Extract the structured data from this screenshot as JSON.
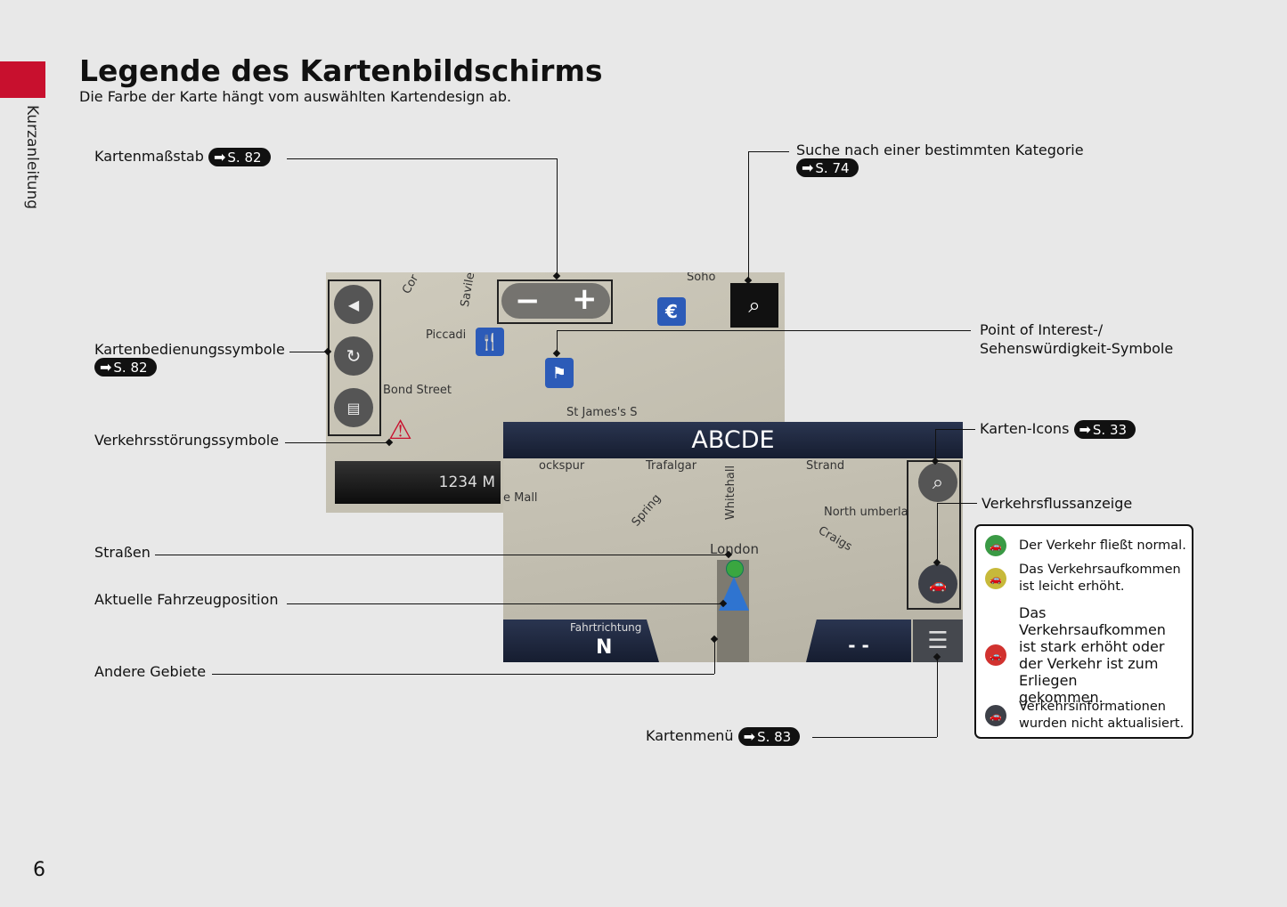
{
  "sidebar": {
    "section": "Kurzanleitung"
  },
  "header": {
    "title": "Legende des Kartenbildschirms",
    "subtitle": "Die Farbe der Karte hängt vom auswählten Kartendesign ab."
  },
  "callouts": {
    "scale": {
      "label": "Kartenmaßstab",
      "ref": "S. 82"
    },
    "search": {
      "label": "Suche nach einer bestimmten Kategorie",
      "ref": "S. 74"
    },
    "controls": {
      "label": "Kartenbedienungssymbole",
      "ref": "S. 82"
    },
    "poi": {
      "label1": "Point of Interest-/",
      "label2": "Sehenswürdigkeit-Symbole"
    },
    "incidents": {
      "label": "Verkehrsstörungssymbole"
    },
    "map_icons": {
      "label": "Karten-Icons",
      "ref": "S. 33"
    },
    "traffic_flow": {
      "label": "Verkehrsflussanzeige"
    },
    "roads": {
      "label": "Straßen"
    },
    "vehicle": {
      "label": "Aktuelle Fahrzeugposition"
    },
    "other_areas": {
      "label": "Andere Gebiete"
    },
    "map_menu": {
      "label": "Kartenmenü",
      "ref": "S. 83"
    }
  },
  "map1": {
    "streets": [
      "Bond Street",
      "Savile",
      "Piccadi",
      "Cor",
      "Soho",
      "St James's S"
    ],
    "distance": "1234 M"
  },
  "map2": {
    "title": "ABCDE",
    "streets": [
      "ockspur",
      "Trafalgar",
      "Whitehall",
      "Strand",
      "e Mall",
      "Spring",
      "North umberla",
      "Craigs",
      "London"
    ],
    "heading_label": "Fahrtrichtung",
    "heading": "N",
    "eta": "- -"
  },
  "legend": {
    "items": [
      {
        "text": "Der Verkehr fließt normal.",
        "color": "#3a9a45"
      },
      {
        "text": "Das Verkehrsaufkommen ist leicht erhöht.",
        "color": "#c7b93a"
      },
      {
        "text": "Das Verkehrsaufkommen ist stark erhöht oder der Verkehr ist zum Erliegen gekommen.",
        "color": "#d1322f"
      },
      {
        "text": "Verkehrsinformationen wurden nicht aktualisiert.",
        "color": "#3d4048"
      }
    ]
  },
  "page_number": "6"
}
